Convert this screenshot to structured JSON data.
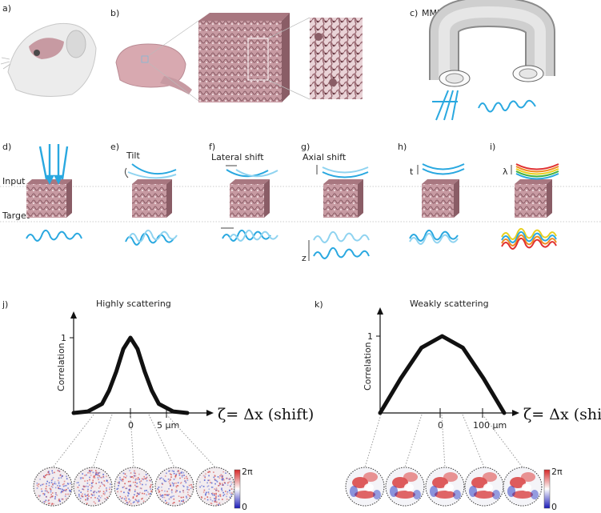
{
  "panel_labels": {
    "a": "a)",
    "b": "b)",
    "c": "c)",
    "d": "d)",
    "e": "e)",
    "f": "f)",
    "g": "g)",
    "h": "h)",
    "i": "i)",
    "j": "j)",
    "k": "k)"
  },
  "top": {
    "mmf_label": "MMF"
  },
  "middle": {
    "row_input": "Input",
    "row_target": "Target",
    "tilt": "Tilt",
    "lateral_shift": "Lateral shift",
    "axial_shift": "Axial shift",
    "t_symbol": "t",
    "lambda_symbol": "λ",
    "z_symbol": "z"
  },
  "colors": {
    "beam": "#29a8e0",
    "beam_light": "#8fd3f0",
    "tissue": "#b98a93",
    "tissue_dark": "#8a5d66",
    "curve": "#111111",
    "colorbar_hi": "#d62828",
    "colorbar_lo": "#1a1ab8"
  },
  "chart_data": [
    {
      "type": "line",
      "title": "Highly scattering",
      "xlabel": "ζ= Δx (shift)",
      "ylabel": "Correlation",
      "x_ticks": [
        "0",
        "5 µm"
      ],
      "y_ticks": [
        "1"
      ],
      "x": [
        -8,
        -6,
        -4,
        -3,
        -2,
        -1,
        0,
        1,
        2,
        3,
        4,
        6,
        8
      ],
      "values": [
        0.0,
        0.02,
        0.12,
        0.3,
        0.55,
        0.85,
        1.0,
        0.85,
        0.55,
        0.3,
        0.12,
        0.02,
        0.0
      ],
      "colorbar": {
        "max": "2π",
        "min": "0"
      }
    },
    {
      "type": "line",
      "title": "Weakly scattering",
      "xlabel": "ζ= Δx (shift)",
      "ylabel": "Correlation",
      "x_ticks": [
        "0",
        "100 µm"
      ],
      "y_ticks": [
        "1"
      ],
      "x": [
        -150,
        -100,
        -50,
        0,
        50,
        100,
        150
      ],
      "values": [
        0.0,
        0.45,
        0.85,
        1.0,
        0.85,
        0.45,
        0.0
      ],
      "colorbar": {
        "max": "2π",
        "min": "0"
      }
    }
  ]
}
